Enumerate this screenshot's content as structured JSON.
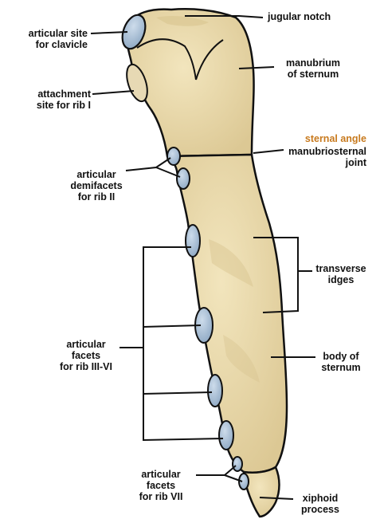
{
  "colors": {
    "bone": "#ecdcae",
    "bone_shadow": "#d8c48f",
    "facet": "#a9bfd6",
    "outline": "#111111",
    "accent": "#c87a1e"
  },
  "labels": {
    "jugular_notch": "jugular notch",
    "clavicle_1": "articular site",
    "clavicle_2": "for clavicle",
    "manubrium_1": "manubrium",
    "manubrium_2": "of sternum",
    "rib1_1": "attachment",
    "rib1_2": "site for rib I",
    "sternal_angle": "sternal angle",
    "msj_1": "manubriosternal",
    "msj_2": "joint",
    "demi_1": "articular",
    "demi_2": "demifacets",
    "demi_3": "for rib II",
    "ridges_1": "transverse",
    "ridges_2": "idges",
    "facets36_1": "articular",
    "facets36_2": "facets",
    "facets36_3": "for rib III-VI",
    "body_1": "body of",
    "body_2": "sternum",
    "facets7_1": "articular",
    "facets7_2": "facets",
    "facets7_3": "for rib VII",
    "xiphoid_1": "xiphoid",
    "xiphoid_2": "process"
  }
}
